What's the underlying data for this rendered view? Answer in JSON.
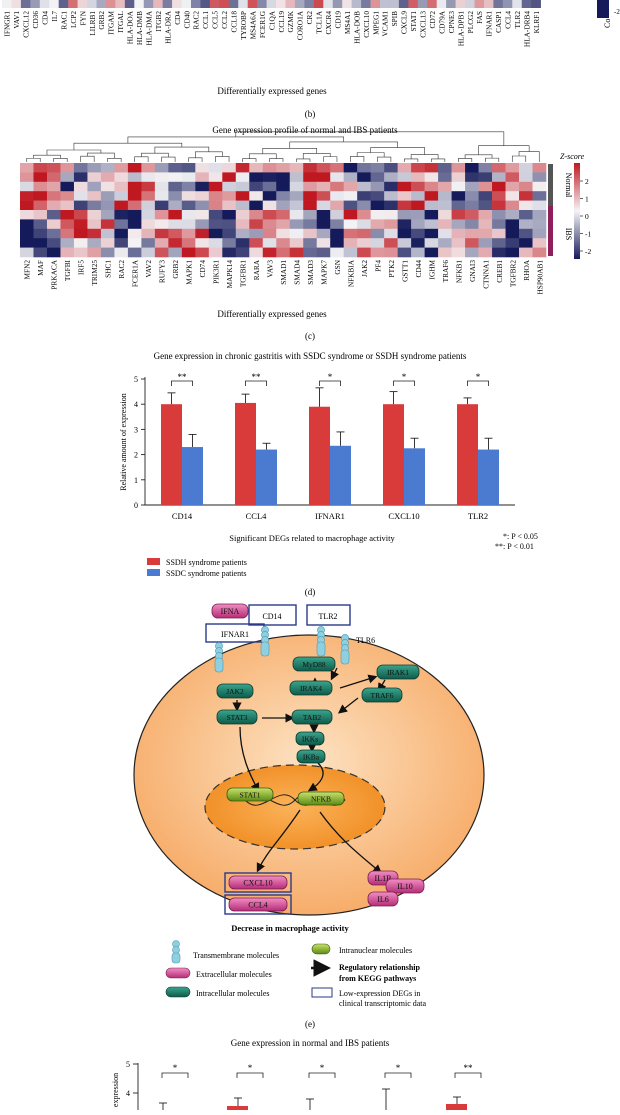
{
  "panel_b": {
    "genes": [
      "IFNGR1",
      "VAV1",
      "CXCL12",
      "CD36",
      "CD4",
      "IL7",
      "RAC1",
      "LCP2",
      "FYN",
      "LILRB1",
      "GRB2",
      "ITGAM",
      "ITGAL",
      "HLA-DOA",
      "HLA-DMB",
      "HLA-DMA",
      "ITGB2",
      "HLA-DRA",
      "CD4",
      "CD40",
      "RAC2",
      "CCL1",
      "CCL5",
      "CCL2",
      "CCL18",
      "TYROBP",
      "MS4A6A",
      "FCER1G",
      "C1QA",
      "CCL19",
      "GZMK",
      "CORO1A",
      "CR2",
      "TCL1A",
      "CXCR4",
      "CD19",
      "MS4A1",
      "HLA-DOB",
      "CXCL10",
      "MPEG1",
      "VCAM1",
      "SPIB",
      "CXCL9",
      "STAT1",
      "CXCL13",
      "CD72",
      "CD79A",
      "CPNE3",
      "HLA-DPB1",
      "PLCG2",
      "FAS",
      "IFNAR1",
      "CASP1",
      "CCL4",
      "TLR2",
      "HLA-DRB4",
      "KLRF1"
    ],
    "xlabel": "Differentially expressed genes",
    "caption": "(b)",
    "legend_tick": "-2",
    "legend_title": "Co"
  },
  "panel_c": {
    "title": "Gene expression profile of normal and IBS patients",
    "genes": [
      "MFN2",
      "MAF",
      "PRKACA",
      "TGFBI",
      "IRF5",
      "TRIM25",
      "SHC1",
      "RAC2",
      "FCER1A",
      "VAV2",
      "RUFY3",
      "GRB2",
      "MAPK1",
      "CD74",
      "PIK3R1",
      "MAPK14",
      "TGFBR1",
      "RARA",
      "VAV3",
      "SMAD1",
      "SMAD4",
      "SMAD3",
      "MAPK7",
      "GSN",
      "NFKBIA",
      "JAK2",
      "PF4",
      "PTK2",
      "GSTT1",
      "CD44",
      "IGHM",
      "TRAF6",
      "NFKB1",
      "GNAI3",
      "CTNNA1",
      "CREB1",
      "TGFBR2",
      "RHOA",
      "HSP90AB1"
    ],
    "xlabel": "Differentially expressed genes",
    "zscore_label": "Z-score",
    "zscore_ticks": [
      "2",
      "1",
      "0",
      "-1",
      "-2"
    ],
    "group_labels": {
      "normal": "Normal",
      "ibs": "IBS"
    },
    "caption": "(c)"
  },
  "panel_d": {
    "caption": "(d)",
    "significance_note_1": "*: P < 0.05",
    "significance_note_2": "**: P < 0.01"
  },
  "panel_e": {
    "caption": "(e)",
    "title": "Decrease in macrophage activity",
    "extracellular": [
      "IFNA"
    ],
    "receptors": [
      "CD14",
      "TLR2",
      "IFNAR1"
    ],
    "tlr6": "TLR6",
    "intracellular": [
      "MyD88",
      "IRAK1",
      "IRAK4",
      "TRAF6",
      "JAK2",
      "STAT3",
      "TAB2",
      "IKKs",
      "IKBa"
    ],
    "nuclear": [
      "STAT1",
      "NFKB"
    ],
    "outputs": [
      "CXCL10",
      "CCL4",
      "IL1B",
      "IL10",
      "IL6"
    ],
    "legend": {
      "transmembrane": "Transmembrane molecules",
      "extracellular": "Extracellular molecules",
      "intracellular": "Intracellular molecules",
      "intranuclear": "Intranuclear molecules",
      "regulatory_1": "Regulatory relationship",
      "regulatory_2": "from KEGG pathways",
      "lowexpr_1": "Low-expression DEGs in",
      "lowexpr_2": "clinical transcriptomic data"
    }
  },
  "panel_f": {
    "title": "Gene expression in normal and IBS patients",
    "ylabel": "expression",
    "yticks": [
      "5",
      "4"
    ],
    "stars": [
      "*",
      "*",
      "*",
      "*",
      "**"
    ]
  },
  "chart_data": {
    "type": "bar",
    "title": "Gene expression in chronic gastritis with SSDC syndrome or SSDH syndrome patients",
    "xlabel": "Significant DEGs related to macrophage activity",
    "ylabel": "Relative amount of expression",
    "categories": [
      "CD14",
      "CCL4",
      "IFNAR1",
      "CXCL10",
      "TLR2"
    ],
    "ylim": [
      0,
      5
    ],
    "yticks": [
      0,
      1,
      2,
      3,
      4,
      5
    ],
    "grid": false,
    "legend_position": "bottom-left",
    "series": [
      {
        "name": "SSDH syndrome patients",
        "values": [
          4.0,
          4.05,
          3.9,
          4.0,
          4.0
        ],
        "errors": [
          0.45,
          0.35,
          0.75,
          0.5,
          0.25
        ],
        "color": "#d93a3a"
      },
      {
        "name": "SSDC syndrome patients",
        "values": [
          2.3,
          2.2,
          2.35,
          2.25,
          2.2
        ],
        "errors": [
          0.5,
          0.25,
          0.55,
          0.4,
          0.45
        ],
        "color": "#4b7bd0"
      }
    ],
    "significance": [
      "**",
      "**",
      "*",
      "*",
      "*"
    ]
  }
}
